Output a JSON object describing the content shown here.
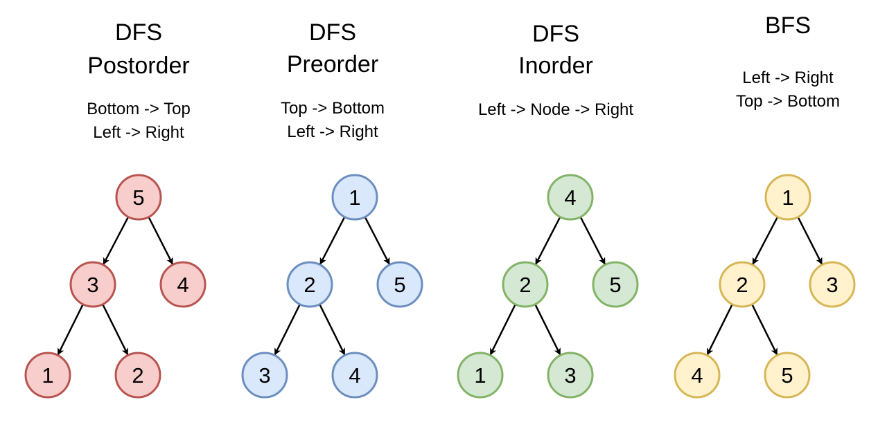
{
  "colors": {
    "red": {
      "fill": "#f8cecc",
      "stroke": "#b85450"
    },
    "blue": {
      "fill": "#dae8fc",
      "stroke": "#6c8ebf"
    },
    "green": {
      "fill": "#d5e8d4",
      "stroke": "#82b366"
    },
    "yellow": {
      "fill": "#fff2cc",
      "stroke": "#d6b656"
    },
    "edge": "#000000"
  },
  "panels": [
    {
      "id": "postorder",
      "title_lines": [
        "DFS",
        "Postorder"
      ],
      "sub_lines": [
        "Bottom -> Top",
        "Left -> Right"
      ],
      "color": "red",
      "nodes": {
        "root": "5",
        "left": "3",
        "right": "4",
        "left_left": "1",
        "left_right": "2"
      }
    },
    {
      "id": "preorder",
      "title_lines": [
        "DFS",
        "Preorder"
      ],
      "sub_lines": [
        "Top -> Bottom",
        "Left -> Right"
      ],
      "color": "blue",
      "nodes": {
        "root": "1",
        "left": "2",
        "right": "5",
        "left_left": "3",
        "left_right": "4"
      }
    },
    {
      "id": "inorder",
      "title_lines": [
        "DFS",
        "Inorder"
      ],
      "sub_lines": [
        "Left -> Node -> Right"
      ],
      "color": "green",
      "nodes": {
        "root": "4",
        "left": "2",
        "right": "5",
        "left_left": "1",
        "left_right": "3"
      }
    },
    {
      "id": "bfs",
      "title_lines": [
        "BFS"
      ],
      "sub_lines": [
        "Left -> Right",
        "Top -> Bottom"
      ],
      "color": "yellow",
      "nodes": {
        "root": "1",
        "left": "2",
        "right": "3",
        "left_left": "4",
        "left_right": "5"
      }
    }
  ]
}
